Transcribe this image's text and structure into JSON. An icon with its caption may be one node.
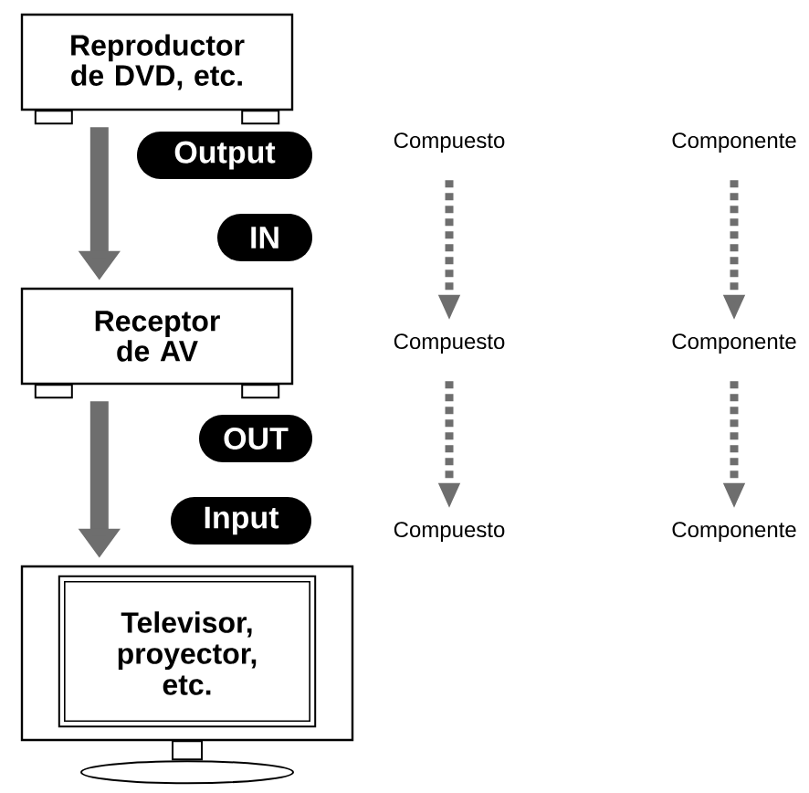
{
  "diagram": {
    "nodes": [
      {
        "text": [
          "Reproductor de DVD, etc."
        ]
      },
      {
        "text": [
          "Output"
        ]
      },
      {
        "text": [
          "Compuesto"
        ]
      },
      {
        "text": [
          "Componente"
        ]
      },
      {
        "text": [
          "IN"
        ]
      },
      {
        "text": [
          "Receptor de AV"
        ]
      },
      {
        "text": [
          "Compuesto"
        ]
      },
      {
        "text": [
          "Componente"
        ]
      },
      {
        "text": [
          "OUT"
        ]
      },
      {
        "text": [
          "Input"
        ]
      },
      {
        "text": [
          "Televisor, proyector, etc."
        ]
      },
      {
        "text": [
          "Compuesto"
        ]
      },
      {
        "text": [
          "Componente"
        ]
      }
    ],
    "edges": [
      {
        "from": 0,
        "to": 5,
        "arrow": "to",
        "style": "thick"
      },
      {
        "from": 5,
        "to": 10,
        "arrow": "to",
        "style": "thick"
      },
      {
        "from": 2,
        "to": 6,
        "arrow": "to",
        "style": "dashed"
      },
      {
        "from": 3,
        "to": 7,
        "arrow": "to",
        "style": "dashed"
      },
      {
        "from": 6,
        "to": 11,
        "arrow": "to",
        "style": "dashed"
      },
      {
        "from": 7,
        "to": 12,
        "arrow": "to",
        "style": "dashed"
      }
    ]
  }
}
